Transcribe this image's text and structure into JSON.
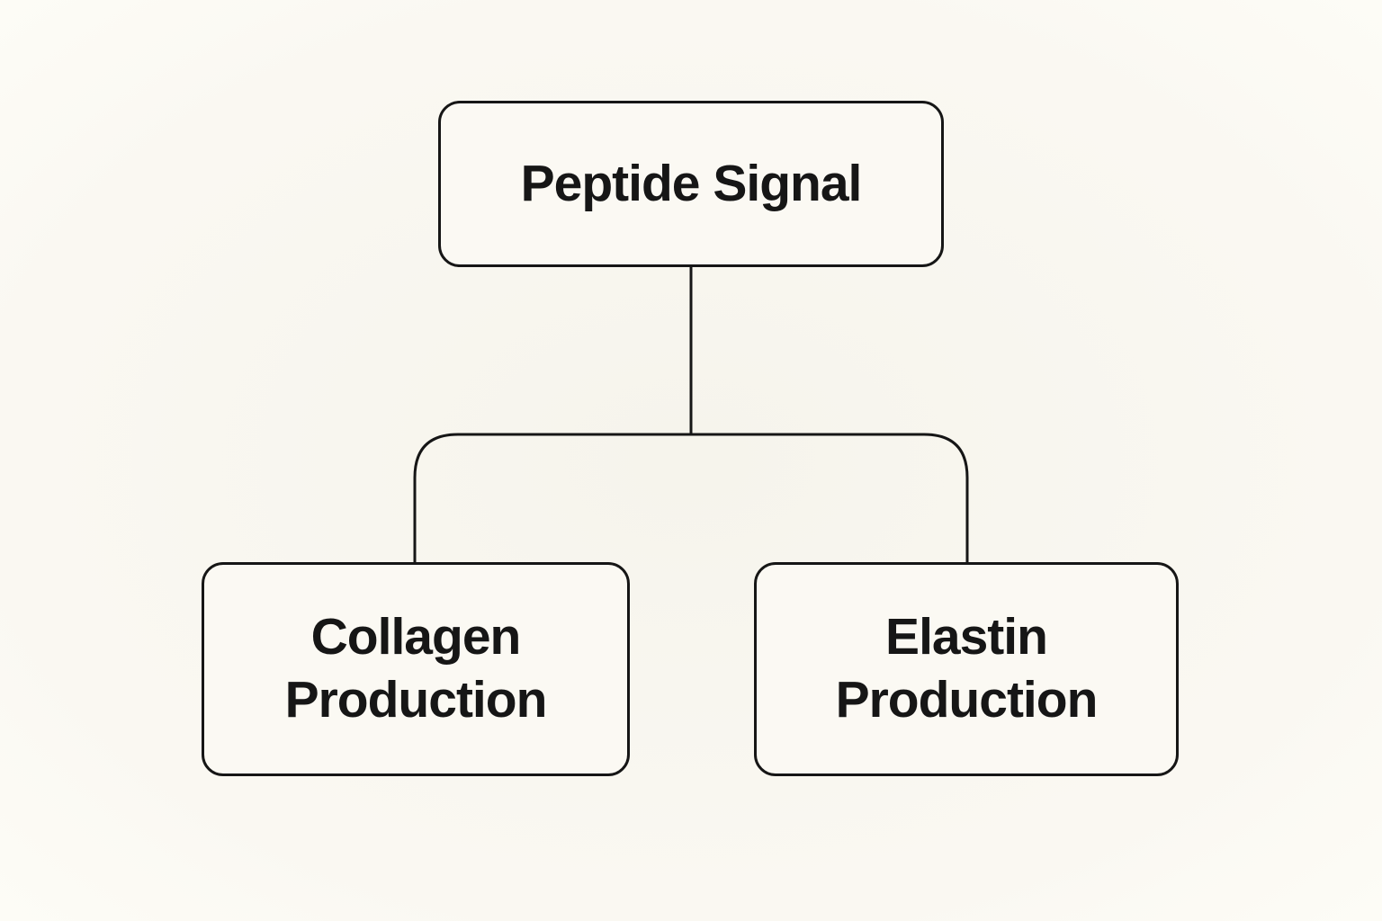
{
  "diagram": {
    "type": "flowchart",
    "nodes": [
      {
        "id": "peptide-signal",
        "label": "Peptide Signal"
      },
      {
        "id": "collagen-production",
        "label": "Collagen Production"
      },
      {
        "id": "elastin-production",
        "label": "Elastin Production"
      }
    ],
    "edges": [
      {
        "from": "peptide-signal",
        "to": "collagen-production"
      },
      {
        "from": "peptide-signal",
        "to": "elastin-production"
      }
    ],
    "colors": {
      "background": "#f8f6ef",
      "node_fill": "#fbf9f3",
      "line": "#161616",
      "text": "#161616"
    }
  }
}
